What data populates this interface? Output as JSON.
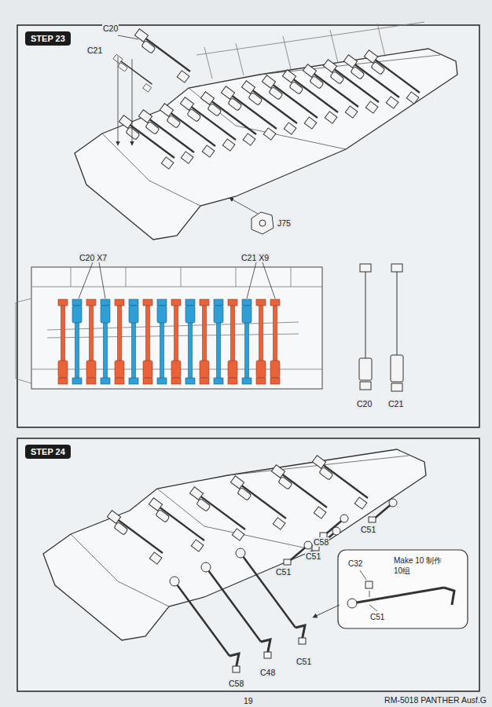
{
  "diagram": {
    "nodes": [
      {
        "text": [
          "STEP 23"
        ]
      },
      {
        "text": [
          "STEP 24"
        ]
      },
      {
        "text": [
          "C32",
          "Make 10 制作10组",
          "C51"
        ]
      }
    ],
    "labels": [
      "C20",
      "C21",
      "J75",
      "C20 X7",
      "C21 X9",
      "C20",
      "C21",
      "C51",
      "C58",
      "C51",
      "C51",
      "C58",
      "C48",
      "C51",
      "19",
      "RM-5018 PANTHER Ausf.G"
    ]
  }
}
